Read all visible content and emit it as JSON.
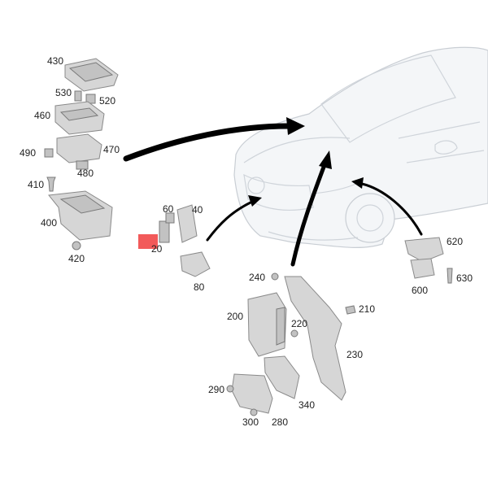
{
  "labels": {
    "p430": "430",
    "p530": "530",
    "p520": "520",
    "p460": "460",
    "p490": "490",
    "p470": "470",
    "p480": "480",
    "p410": "410",
    "p400": "400",
    "p420": "420",
    "p60": "60",
    "p40": "40",
    "p20": "20",
    "p80": "80",
    "p240": "240",
    "p200": "200",
    "p210": "210",
    "p220": "220",
    "p230": "230",
    "p290": "290",
    "p340": "340",
    "p300": "300",
    "p280": "280",
    "p620": "620",
    "p600": "600",
    "p630": "630"
  },
  "colors": {
    "highlight": "#f25a5a",
    "arrow": "#000000",
    "part": "#d6d6d6"
  }
}
